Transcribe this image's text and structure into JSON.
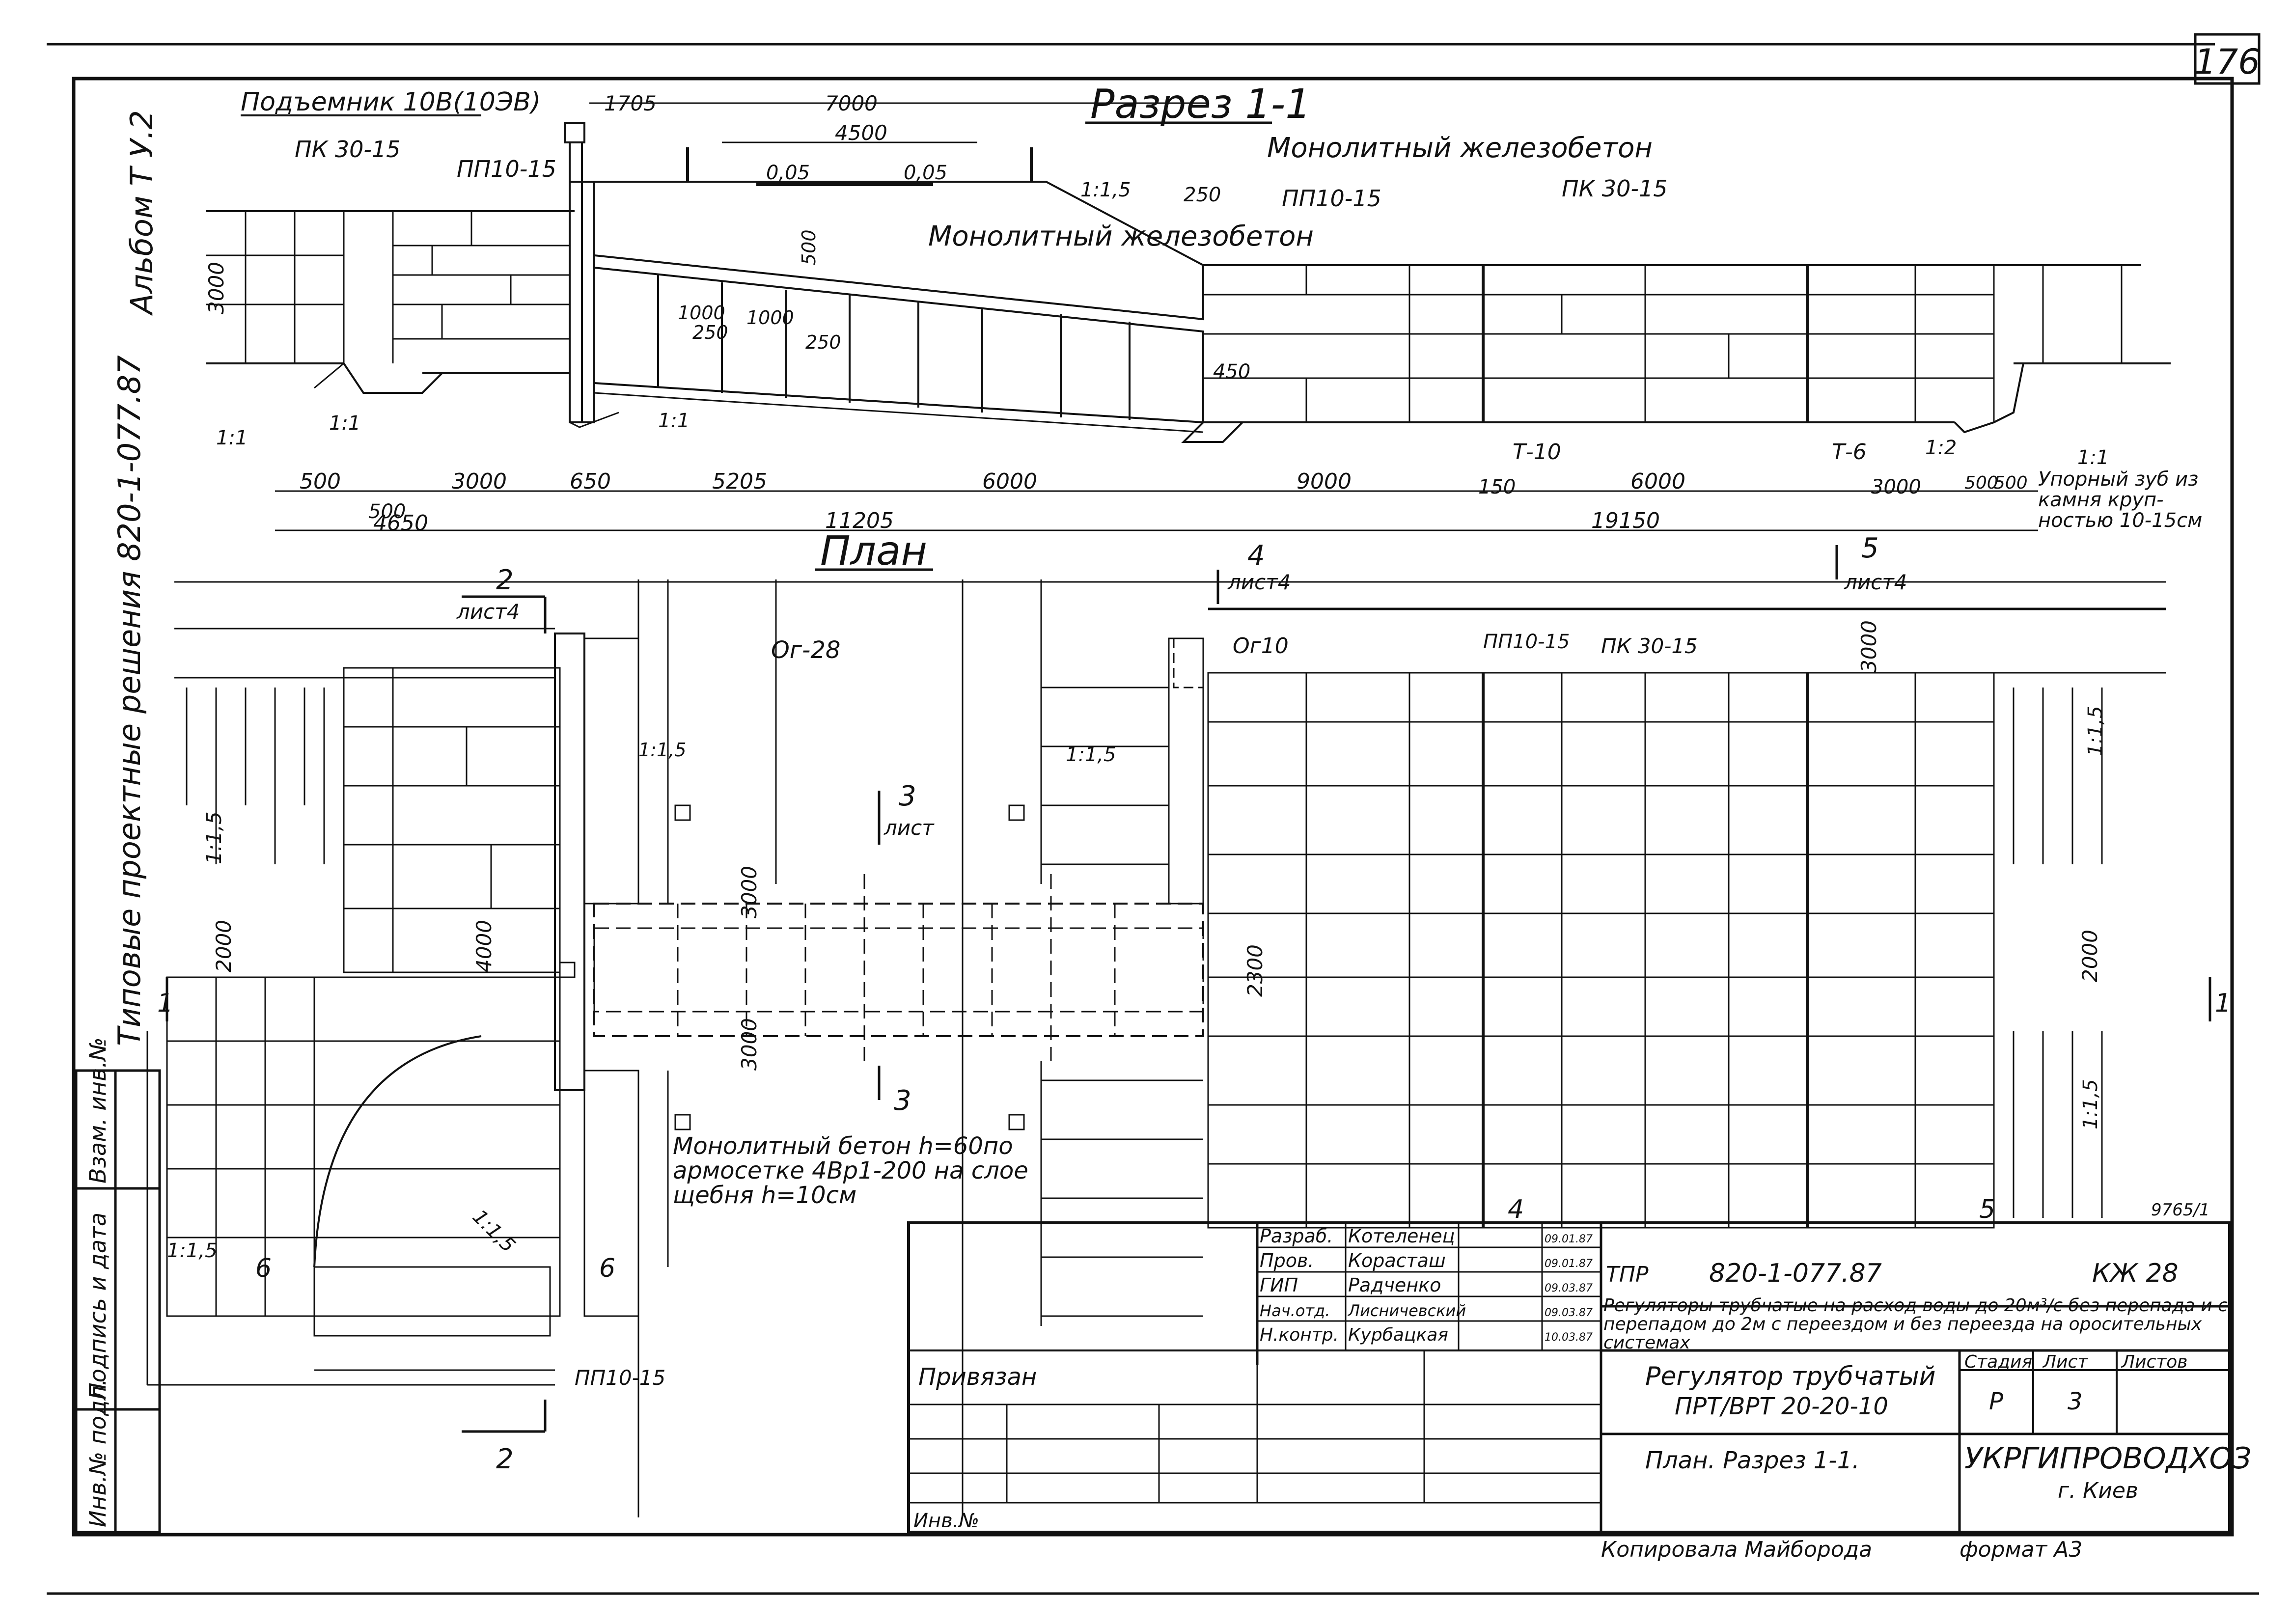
{
  "page_number": "176",
  "side_album": "Альбом Т У.2",
  "side_series": "Типовые проектные решения 820-1-077.87",
  "section": {
    "title": "Разрез 1-1",
    "lift_label": "Подъемник 10В(10ЭВ)",
    "pk_left": "ПК 30-15",
    "pp_left": "ПП10-15",
    "pp_right": "ПП10-15",
    "pk_right": "ПК 30-15",
    "monolith_top": "Монолитный железобетон",
    "monolith_body": "Монолитный железобетон",
    "dim_1705": "1705",
    "dim_7000": "7000",
    "dim_4500": "4500",
    "slope_005a": "0,05",
    "slope_005b": "0,05",
    "slope_115": "1:1,5",
    "dim_250": "250",
    "dim_3000v": "3000",
    "dim_1000a": "1000",
    "dim_250a": "250",
    "dim_1000b": "1000",
    "dim_250b": "250",
    "dim_500v": "500",
    "dim_450": "450",
    "bottom_dims": [
      "500",
      "3000",
      "650",
      "5205",
      "6000",
      "9000",
      "150",
      "6000",
      "3000",
      "500",
      "500"
    ],
    "dim_500b": "500",
    "dim_4650": "4650",
    "dim_11205": "11205",
    "dim_19150": "19150",
    "t10": "Т-10",
    "t6": "Т-6",
    "slope_11a": "1:1",
    "slope_11b": "1:1",
    "slope_11c": "1:1",
    "slope_12": "1:2",
    "slope_11d": "1:1",
    "stone_note": "Упорный зуб из камня круп-ностью 10-15см"
  },
  "plan": {
    "title": "План",
    "mark2": "2",
    "mark2_sheet": "лист4",
    "mark4": "4",
    "mark4_sheet": "лист4",
    "mark5": "5",
    "mark5_sheet": "лист4",
    "mark3": "3",
    "mark3_sheet": "лист",
    "og28": "Ог-28",
    "og10": "Ог10",
    "pp": "ПП10-15",
    "pk": "ПК 30-15",
    "pp_bottom": "ПП10-15",
    "dim_3000a": "3000",
    "dim_3000b": "3000",
    "dim_3000c": "3000",
    "dim_2300": "2300",
    "dim_4000": "4000",
    "dim_2000a": "2000",
    "dim_2000b": "2000",
    "slope_115a": "1:1,5",
    "slope_115b": "1:1,5",
    "slope_115c": "1:1,5",
    "slope_115d": "1:1,5",
    "slope_115e": "1:1,5",
    "slope_115f": "1:1,5",
    "slope_115g": "1:1,5",
    "concrete_note_1": "Монолитный бетон h=60по",
    "concrete_note_2": "армосетке 4Вр1-200 на слое",
    "concrete_note_3": "щебня h=10см",
    "mark6": "6",
    "mark1": "1",
    "sheet_ref": "9765/1"
  },
  "stamp": {
    "roles": [
      "Разраб.",
      "Пров.",
      "ГИП",
      "Нач.отд.",
      "Н.контр."
    ],
    "names": [
      "Котеленец",
      "Кораcташ",
      "Радченко",
      "Лисничевский",
      "Курбацкая"
    ],
    "dates": [
      "09.01.87",
      "09.01.87",
      "09.03.87",
      "09.03.87",
      "10.03.87"
    ],
    "tpr": "ТПР",
    "code": "820-1-077.87",
    "mark": "КЖ 28",
    "description": "Регуляторы трубчатые на расход воды до 20м³/с без перепада и с перепадом до 2м с переездом и без переезда на оросительных системах",
    "obj_title_1": "Регулятор трубчатый",
    "obj_title_2": "ПРТ/ВРТ 20-20-10",
    "stage_label": "Стадия",
    "sheet_label": "Лист",
    "sheets_label": "Листов",
    "stage": "Р",
    "sheet": "3",
    "sheet_title": "План. Разрез 1-1.",
    "org": "УКРГИПРОВОДХОЗ",
    "city": "г. Киев",
    "bound": "Привязан",
    "inv": "Инв.№",
    "copied": "Копировала Майборода",
    "format": "формат А3"
  },
  "left_strip": [
    "Взам. инв.№",
    "Подпись и дата",
    "Инв.№ подл."
  ]
}
